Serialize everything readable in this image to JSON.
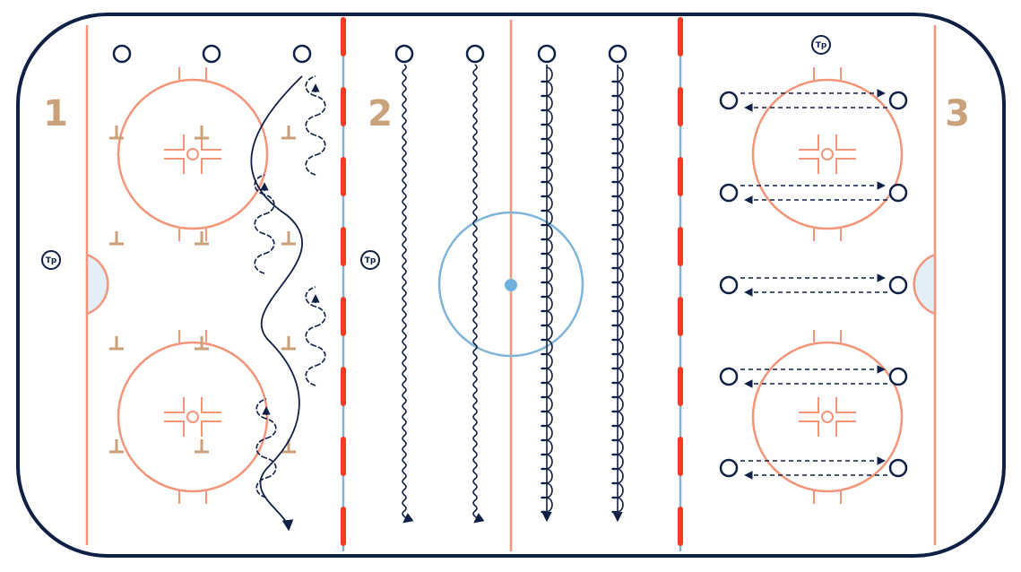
{
  "colors": {
    "border": "#0f1f45",
    "line": "#f4957a",
    "blue_line": "#7fb4d8",
    "red_dash": "#f13b24",
    "center_dot": "#6fb0df",
    "zone_text": "#c9a27b",
    "tp_mark": "#c9a27b",
    "skater": "#0f1f45",
    "crease_fill": "#e3eef7",
    "crease_stroke": "#f4957a"
  },
  "zones": [
    {
      "label": "1"
    },
    {
      "label": "2"
    },
    {
      "label": "3"
    }
  ],
  "coach_marker": {
    "label": "Tp"
  },
  "icons": {
    "skater": "skater-circle-icon",
    "coach": "coach-circle-icon",
    "pylon": "pylon-icon"
  }
}
